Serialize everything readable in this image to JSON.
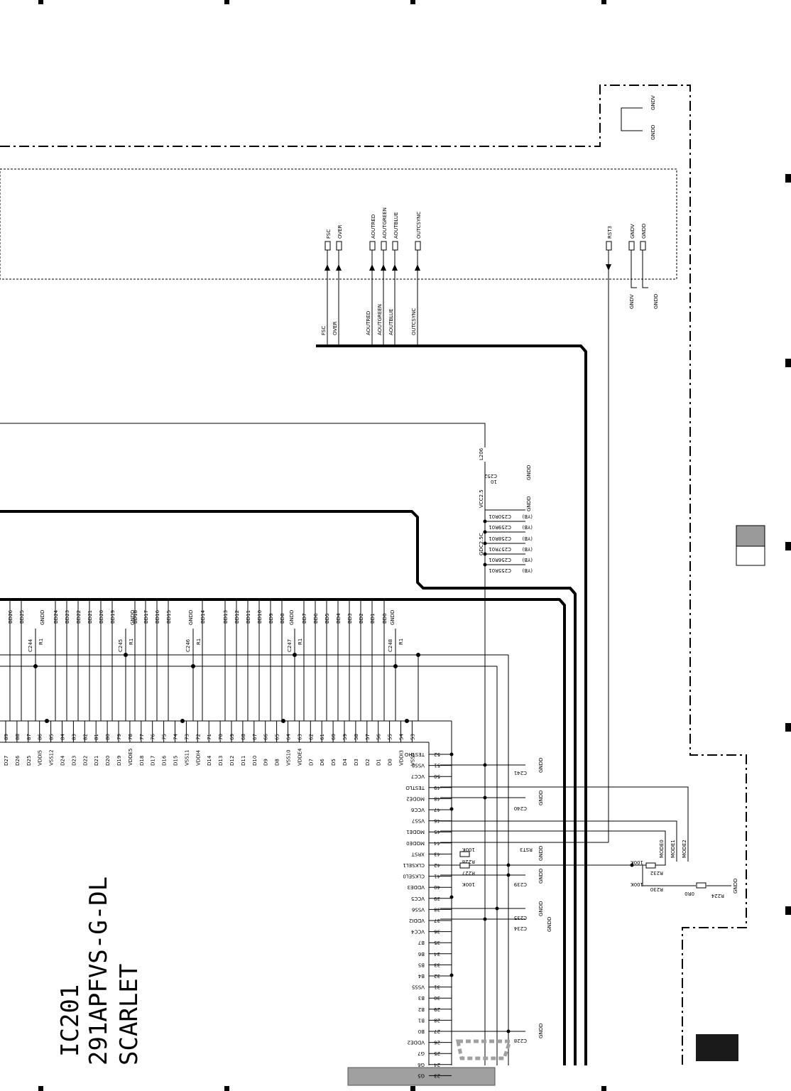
{
  "ic": {
    "ref": "IC201",
    "part": "291APFVS-G-DL",
    "name": "SCARLET"
  },
  "connector": {
    "upper_group": [
      "FSC",
      "OVER"
    ],
    "video_group": [
      "AOUTRED",
      "AOUTGREEN",
      "AOUTBLUE"
    ],
    "sync": "OUTCSYNC",
    "reset": "RST3",
    "grounds": [
      "GNDV",
      "GNDD"
    ]
  },
  "bus_labels_top": [
    "BD26",
    "BD25",
    "BD24",
    "BD23",
    "BD22",
    "BD21",
    "BD20",
    "BD19",
    "BD18",
    "BD17",
    "BD16",
    "BD15",
    "BD14",
    "BD13",
    "BD12",
    "BD11",
    "BD10",
    "BD9",
    "BD8",
    "BD7",
    "BD6",
    "BD5",
    "BD4",
    "BD3",
    "BD2",
    "BD1",
    "BD0"
  ],
  "top_pins": [
    {
      "num": "89",
      "name": "D27"
    },
    {
      "num": "88",
      "name": "D26"
    },
    {
      "num": "87",
      "name": "D25"
    },
    {
      "num": "86",
      "name": "VDDI5"
    },
    {
      "num": "85",
      "name": "VSS12"
    },
    {
      "num": "84",
      "name": "D24"
    },
    {
      "num": "83",
      "name": "D23"
    },
    {
      "num": "82",
      "name": "D22"
    },
    {
      "num": "81",
      "name": "D21"
    },
    {
      "num": "80",
      "name": "D20"
    },
    {
      "num": "79",
      "name": "D19"
    },
    {
      "num": "78",
      "name": "VDDE5"
    },
    {
      "num": "77",
      "name": "D18"
    },
    {
      "num": "76",
      "name": "D17"
    },
    {
      "num": "75",
      "name": "D16"
    },
    {
      "num": "74",
      "name": "D15"
    },
    {
      "num": "73",
      "name": "VSS11"
    },
    {
      "num": "72",
      "name": "VDDI4"
    },
    {
      "num": "71",
      "name": "D14"
    },
    {
      "num": "70",
      "name": "D13"
    },
    {
      "num": "69",
      "name": "D12"
    },
    {
      "num": "68",
      "name": "D11"
    },
    {
      "num": "67",
      "name": "D10"
    },
    {
      "num": "66",
      "name": "D9"
    },
    {
      "num": "65",
      "name": "D8"
    },
    {
      "num": "64",
      "name": "VSS10"
    },
    {
      "num": "63",
      "name": "VDDE4"
    },
    {
      "num": "62",
      "name": "D7"
    },
    {
      "num": "61",
      "name": "D6"
    },
    {
      "num": "60",
      "name": "D5"
    },
    {
      "num": "59",
      "name": "D4"
    },
    {
      "num": "58",
      "name": "D3"
    },
    {
      "num": "57",
      "name": "D2"
    },
    {
      "num": "56",
      "name": "D1"
    },
    {
      "num": "55",
      "name": "D0"
    },
    {
      "num": "54",
      "name": "VDDI3"
    },
    {
      "num": "53",
      "name": "VSS9"
    }
  ],
  "right_pins": [
    {
      "num": "52",
      "name": "TESTHO"
    },
    {
      "num": "51",
      "name": "VSS8"
    },
    {
      "num": "50",
      "name": "VCC7"
    },
    {
      "num": "49",
      "name": "TESTLO"
    },
    {
      "num": "48",
      "name": "MODE2"
    },
    {
      "num": "47",
      "name": "VCC6"
    },
    {
      "num": "46",
      "name": "VSS7"
    },
    {
      "num": "45",
      "name": "MODE1"
    },
    {
      "num": "44",
      "name": "MODE0"
    },
    {
      "num": "43",
      "name": "XRST"
    },
    {
      "num": "42",
      "name": "CLKSEL1"
    },
    {
      "num": "41",
      "name": "CLKSEL0"
    },
    {
      "num": "40",
      "name": "VDDE3"
    },
    {
      "num": "39",
      "name": "VCC5"
    },
    {
      "num": "38",
      "name": "VSS6"
    },
    {
      "num": "37",
      "name": "VDDI2"
    },
    {
      "num": "36",
      "name": "VCC4"
    },
    {
      "num": "35",
      "name": "B7"
    },
    {
      "num": "34",
      "name": "B6"
    },
    {
      "num": "33",
      "name": "B5"
    },
    {
      "num": "32",
      "name": "B4"
    },
    {
      "num": "31",
      "name": "VSS5"
    },
    {
      "num": "30",
      "name": "B3"
    },
    {
      "num": "29",
      "name": "B2"
    },
    {
      "num": "28",
      "name": "B1"
    },
    {
      "num": "27",
      "name": "B0"
    },
    {
      "num": "26",
      "name": "VDDE2"
    },
    {
      "num": "25",
      "name": "G7"
    },
    {
      "num": "24",
      "name": "G6"
    },
    {
      "num": "23",
      "name": "G5"
    }
  ],
  "caps_top": [
    {
      "ref": "C244",
      "val": "R1"
    },
    {
      "ref": "C245",
      "val": "R1"
    },
    {
      "ref": "C246",
      "val": "R1"
    },
    {
      "ref": "C247",
      "val": "R1"
    },
    {
      "ref": "C248",
      "val": "R1"
    }
  ],
  "decoupling": [
    {
      "ref": "C250",
      "val": "R01"
    },
    {
      "ref": "C259",
      "val": "R01"
    },
    {
      "ref": "C258",
      "val": "R01"
    },
    {
      "ref": "C257",
      "val": "R01"
    },
    {
      "ref": "C256",
      "val": "R01"
    },
    {
      "ref": "C255",
      "val": "R01"
    }
  ],
  "decoupling_mark": "(YB)",
  "misc": {
    "inductor": "L206",
    "cap252": "C252",
    "cap252_val": "10",
    "vcc": "VCC2.5",
    "gdc": "GDC2.5C",
    "gndd": "GNDD",
    "gndv": "GNDV",
    "r1": "R1",
    "rst3": "RST3",
    "mode0": "MODE0",
    "mode1": "MODE1",
    "mode2": "MODE2",
    "r228": "R228",
    "r227": "R227",
    "r232": "R232",
    "r230": "R230",
    "r224": "R224",
    "val100k": "100K",
    "val0r0": "0R0",
    "c241": "C241",
    "c240": "C240",
    "c239": "C239",
    "c235": "C235",
    "c234": "C234",
    "c228": "C228"
  }
}
